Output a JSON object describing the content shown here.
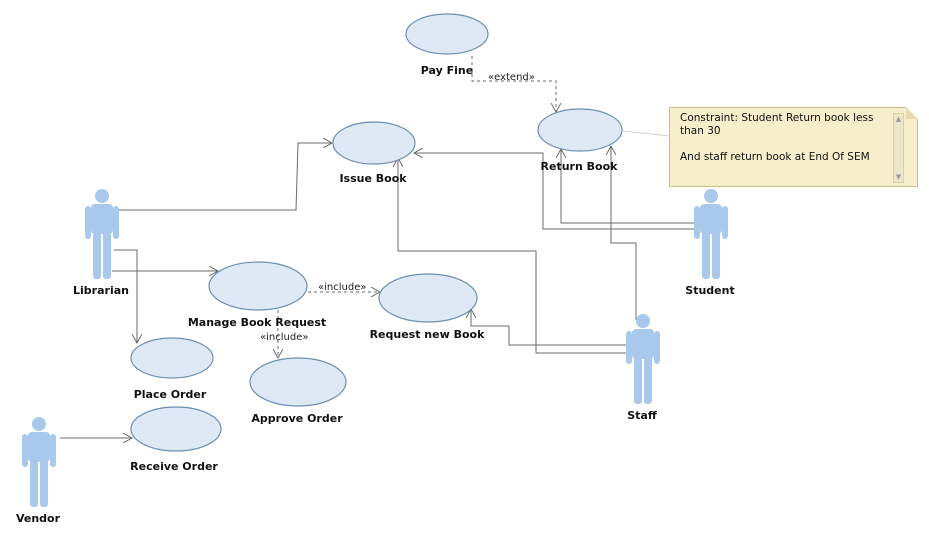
{
  "use_cases": {
    "pay_fine": "Pay Fine",
    "issue_book": "Issue Book",
    "return_book": "Return Book",
    "manage_book_request": "Manage Book Request",
    "request_new_book": "Request new Book",
    "place_order": "Place Order",
    "approve_order": "Approve Order",
    "receive_order": "Receive Order"
  },
  "actors": {
    "librarian": "Librarian",
    "student": "Student",
    "staff": "Staff",
    "vendor": "Vendor"
  },
  "stereotypes": {
    "extend": "«extend»",
    "include_request": "«include»",
    "include_approve": "«include»"
  },
  "note": {
    "text": "Constraint: Student Return book less than 30\n\nAnd staff return book at End Of SEM"
  }
}
